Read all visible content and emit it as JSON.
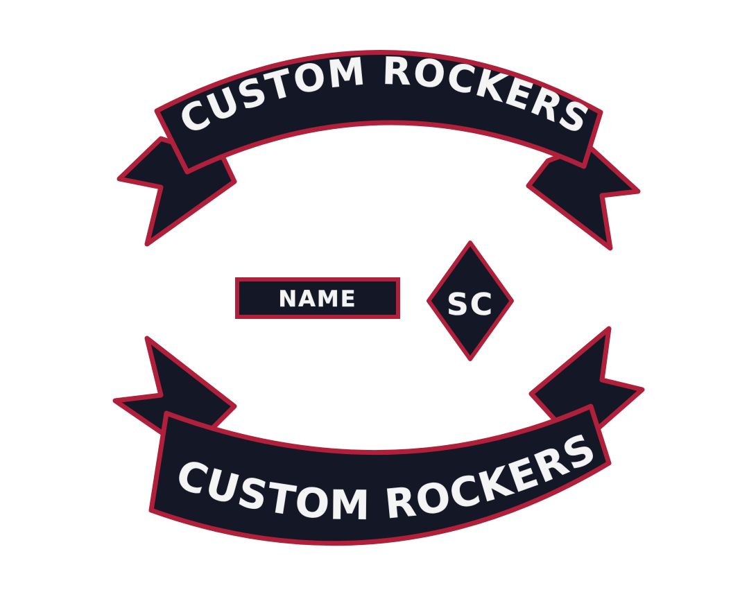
{
  "photo": {
    "background_color": "#ffffff",
    "patch_fabric_color": "#141826",
    "patch_border_color": "#b0203a",
    "embroidery_color": "#f4f4f4"
  },
  "top_rocker": {
    "text": "CUSTOM ROCKERS"
  },
  "name_tab": {
    "text": "NAME"
  },
  "diamond_patch": {
    "text": "SC"
  },
  "bottom_rocker": {
    "text": "CUSTOM ROCKERS"
  }
}
